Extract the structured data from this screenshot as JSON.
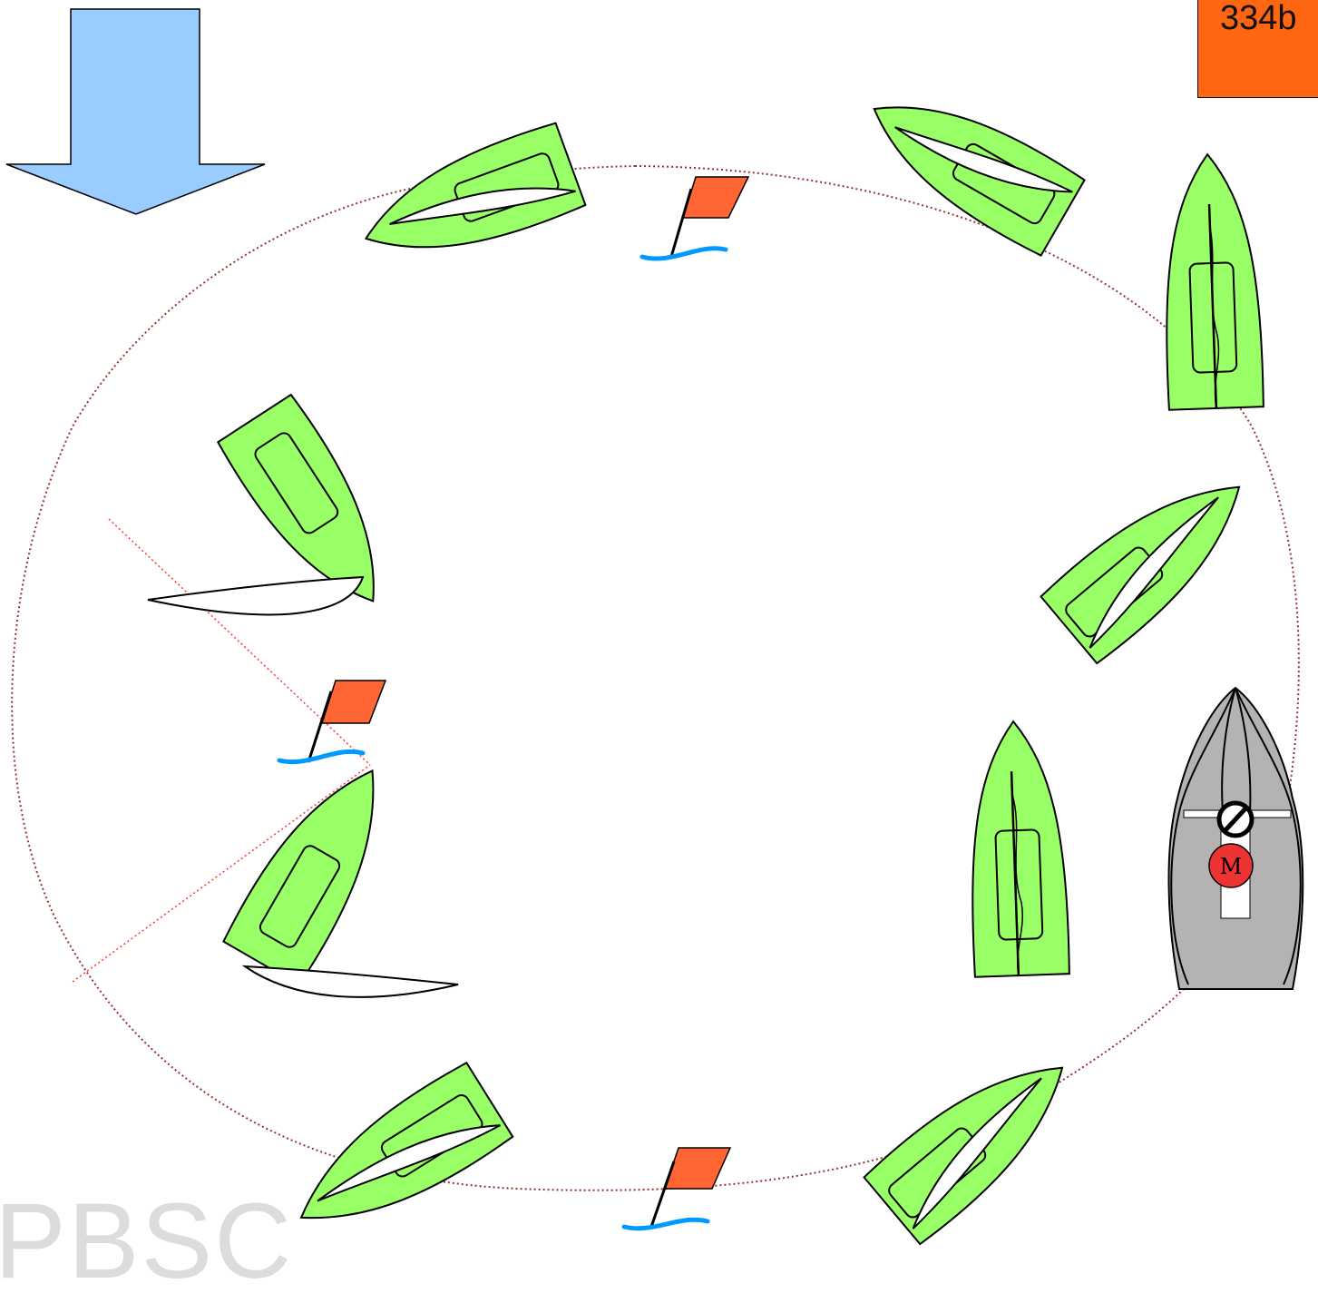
{
  "label": {
    "text": "334b",
    "color": "#ff6611"
  },
  "watermark": {
    "text": "PBSC"
  },
  "colors": {
    "hull": "#99ff66",
    "motorboat_hull": "#b3b3b3",
    "flag": "#ff6633",
    "wind_arrow": "#99ccff",
    "water": "#0099ff",
    "course_line": "#993333",
    "motor_badge": "#ee3333"
  },
  "motorboat": {
    "badge_text": "M",
    "no_entry_icon": "no-entry-icon"
  }
}
